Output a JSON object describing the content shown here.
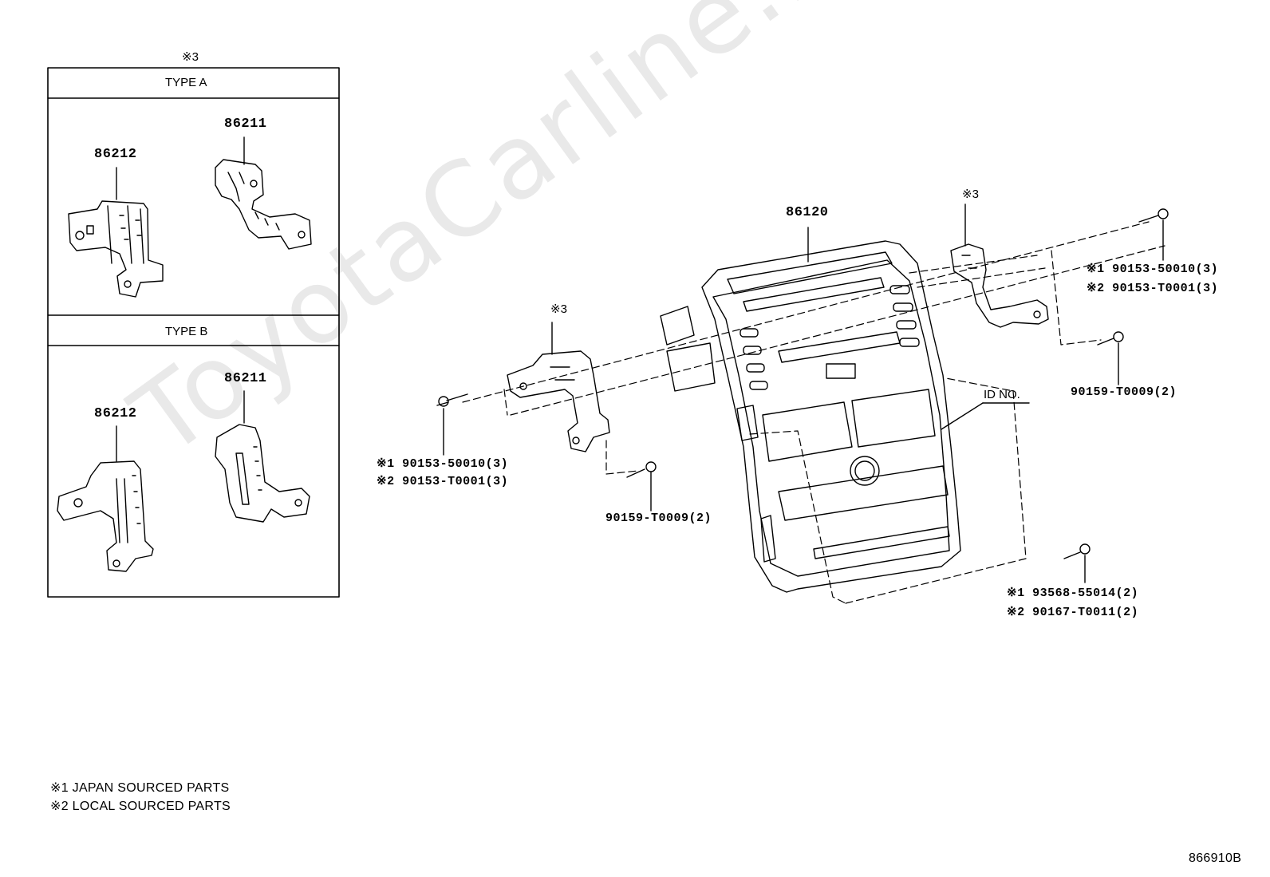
{
  "watermark": "ToyotaCarline.ru",
  "inset": {
    "marker": "※3",
    "type_a": {
      "title": "TYPE A",
      "part_left": "86212",
      "part_right": "86211"
    },
    "type_b": {
      "title": "TYPE B",
      "part_left": "86212",
      "part_right": "86211"
    }
  },
  "main": {
    "panel_part": "86120",
    "marker_left_bracket": "※3",
    "marker_right_bracket": "※3",
    "id_no": "ID NO.",
    "left_bolt": {
      "line1": "※1 90153-50010(3)",
      "line2": "※2 90153-T0001(3)"
    },
    "left_screw": "90159-T0009(2)",
    "right_bolt": {
      "line1": "※1 90153-50010(3)",
      "line2": "※2 90153-T0001(3)"
    },
    "right_screw": "90159-T0009(2)",
    "bottom_screw": {
      "line1": "※1 93568-55014(2)",
      "line2": "※2 90167-T0011(2)"
    }
  },
  "legend": {
    "note1": "※1 JAPAN SOURCED PARTS",
    "note2": "※2 LOCAL SOURCED PARTS"
  },
  "diagram_id": "866910B"
}
